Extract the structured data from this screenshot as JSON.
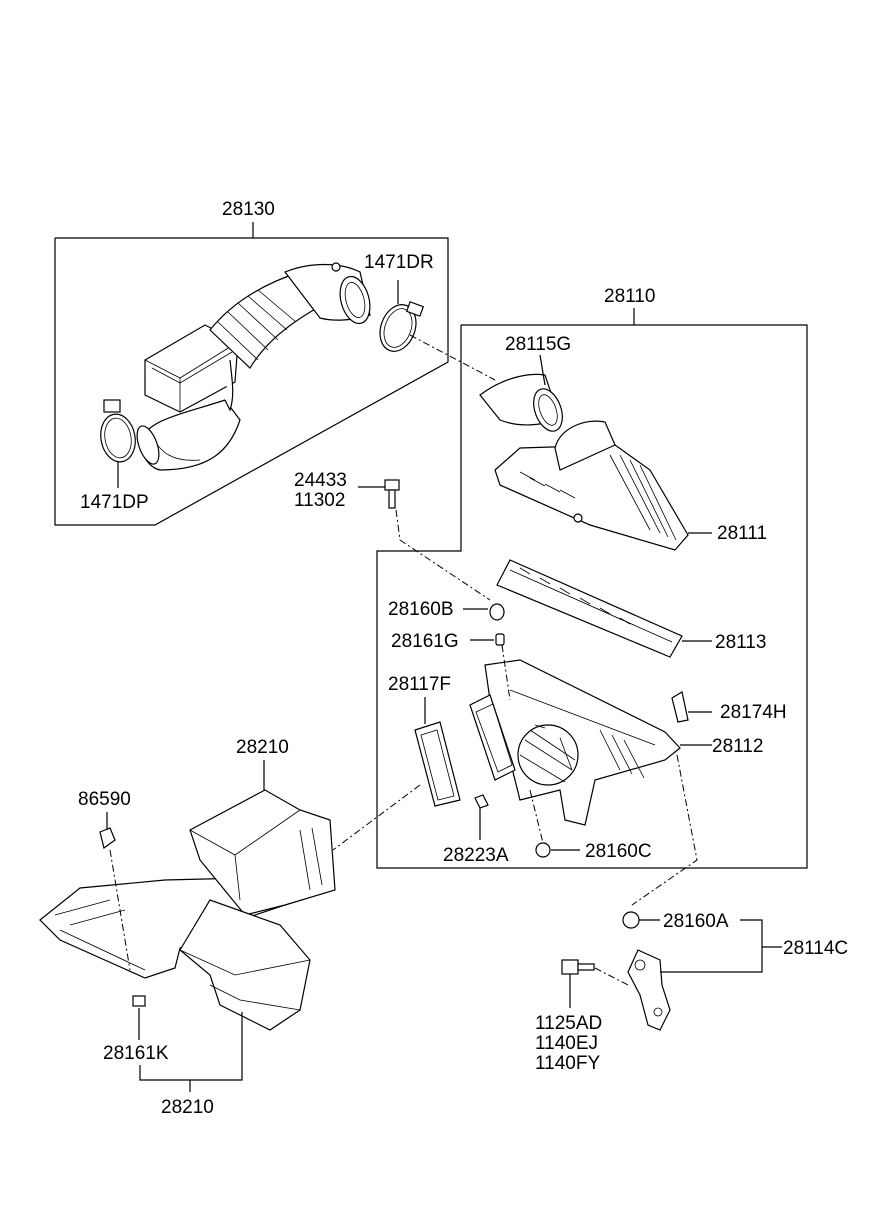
{
  "labels": {
    "p28130": "28130",
    "p1471DR": "1471DR",
    "p1471DP": "1471DP",
    "p28110": "28110",
    "p28115G": "28115G",
    "p24433": "24433",
    "p11302": "11302",
    "p28111": "28111",
    "p28160B": "28160B",
    "p28113": "28113",
    "p28161G": "28161G",
    "p28117F": "28117F",
    "p28174H": "28174H",
    "p28112": "28112",
    "p28210_top": "28210",
    "p86590": "86590",
    "p28223A": "28223A",
    "p28160C": "28160C",
    "p28160A": "28160A",
    "p28114C": "28114C",
    "p1125AD": "1125AD",
    "p1140EJ": "1140EJ",
    "p1140FY": "1140FY",
    "p28161K": "28161K",
    "p28210_bottom": "28210"
  }
}
